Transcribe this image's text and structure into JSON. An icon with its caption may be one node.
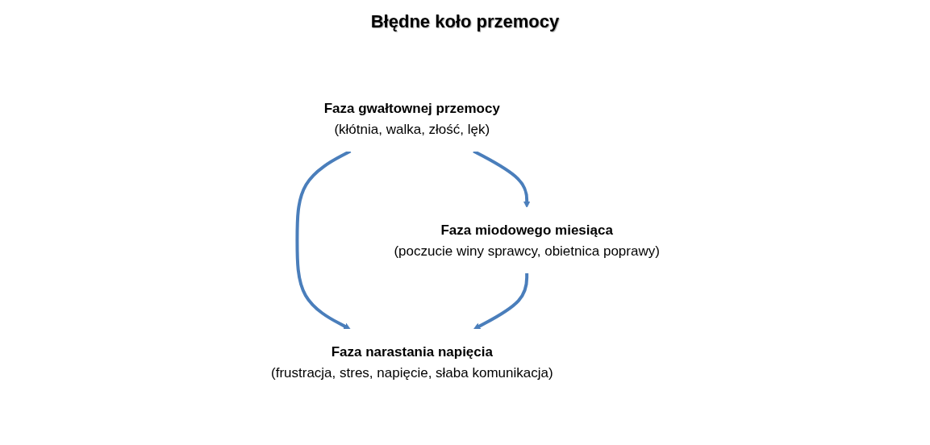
{
  "diagram": {
    "title": "Błędne koło przemocy",
    "nodes": [
      {
        "text": [
          "Faza gwałtownej przemocy",
          "(kłótnia, walka, złość, lęk)"
        ]
      },
      {
        "text": [
          "Faza miodowego miesiąca",
          "(poczucie winy sprawcy, obietnica poprawy)"
        ]
      },
      {
        "text": [
          "Faza narastania napięcia",
          "(frustracja, stres, napięcie, słaba komunikacja)"
        ]
      }
    ],
    "edges": [
      {
        "from": 0,
        "to": 1,
        "arrow": "to"
      },
      {
        "from": 0,
        "to": 2,
        "arrow": "to"
      },
      {
        "from": 1,
        "to": 2,
        "arrow": "to"
      }
    ]
  }
}
